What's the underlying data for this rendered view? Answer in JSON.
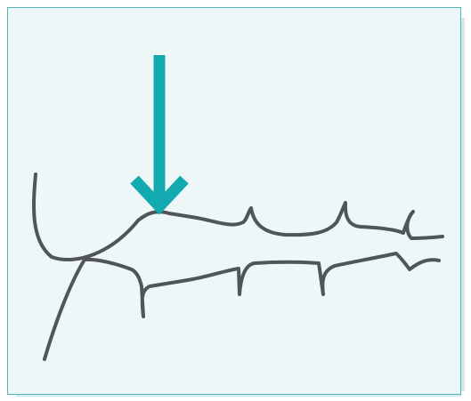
{
  "diagram": {
    "style": {
      "panel_fill": "#eef7f8",
      "panel_border": "#52b7bd",
      "sketch_stroke": "#505558",
      "arrow_color": "#13a9b0"
    },
    "elements": [
      {
        "name": "upper-curve",
        "kind": "freehand-line"
      },
      {
        "name": "lower-curve",
        "kind": "freehand-line"
      },
      {
        "name": "pointer-arrow",
        "kind": "arrow",
        "direction": "down"
      }
    ]
  }
}
